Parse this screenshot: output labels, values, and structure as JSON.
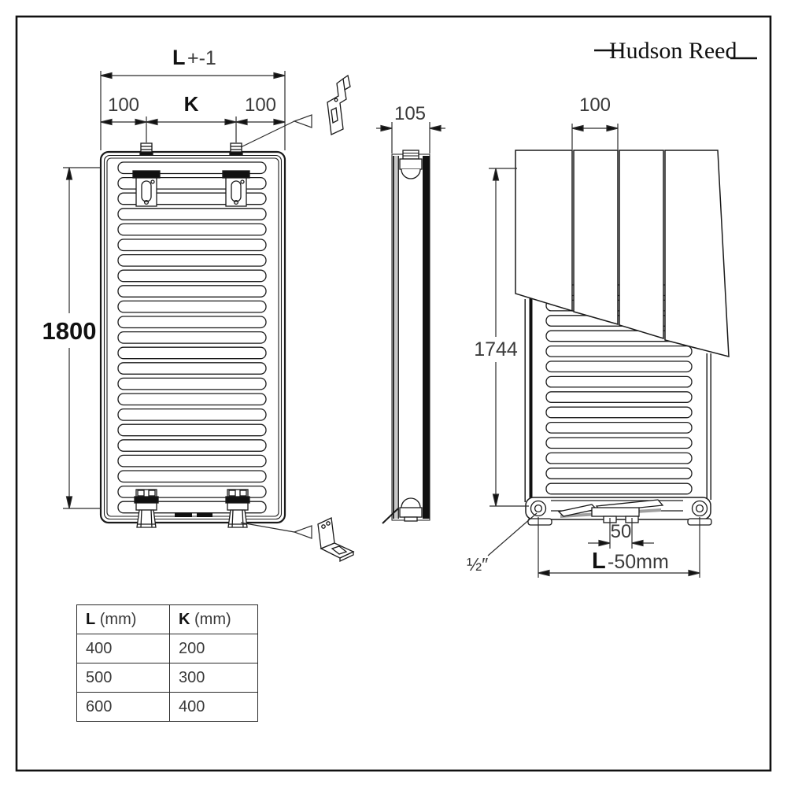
{
  "logo": {
    "text": "Hudson Reed"
  },
  "front_view": {
    "dim_overall_width": {
      "bold": "L",
      "rest": "+-1"
    },
    "dim_left_offset": "100",
    "dim_bracket_spacing": "K",
    "dim_right_offset": "100",
    "dim_height": "1800"
  },
  "side_view": {
    "dim_depth": "105"
  },
  "rear_view": {
    "dim_panel_width": "100",
    "dim_height": "1744",
    "dim_center_spacing": "50",
    "dim_connection_width": {
      "bold": "L",
      "rest": "-50mm"
    },
    "connection_size": "½″"
  },
  "size_table": {
    "columns": [
      {
        "bold": "L",
        "unit": " (mm)"
      },
      {
        "bold": "K",
        "unit": " (mm)"
      }
    ],
    "rows": [
      [
        "400",
        "200"
      ],
      [
        "500",
        "300"
      ],
      [
        "600",
        "400"
      ]
    ]
  }
}
